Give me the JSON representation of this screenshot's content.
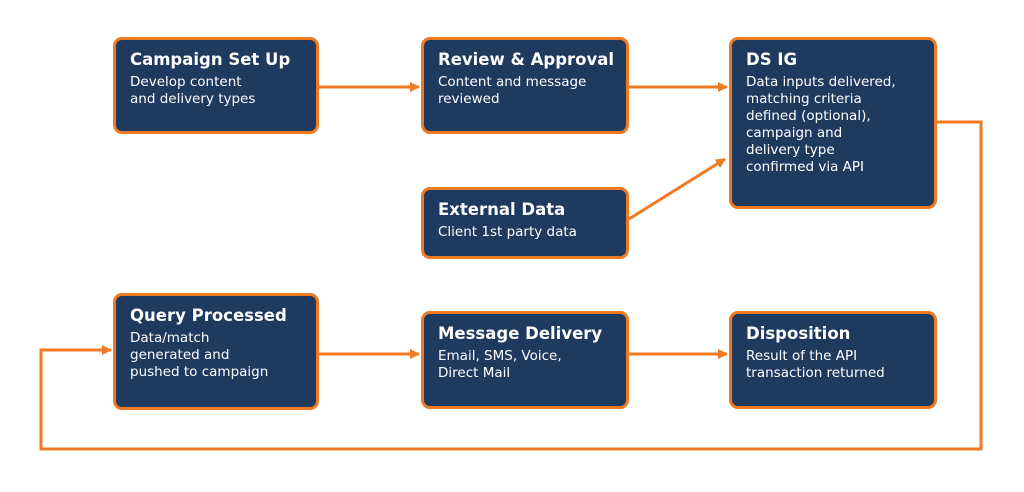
{
  "colors": {
    "box_fill": "#1f3a5f",
    "accent": "#f07a22",
    "text": "#ffffff",
    "background": "#ffffff"
  },
  "boxes": {
    "campaign_setup": {
      "title": "Campaign Set Up",
      "body": "Develop content\nand delivery types"
    },
    "review_approval": {
      "title": "Review & Approval",
      "body": "Content and message\nreviewed"
    },
    "ds_ig": {
      "title": "DS IG",
      "body": "Data inputs delivered,\nmatching criteria\ndefined (optional),\ncampaign and\ndelivery type\nconfirmed via API"
    },
    "external_data": {
      "title": "External Data",
      "body": "Client 1st party data"
    },
    "query_processed": {
      "title": "Query Processed",
      "body": "Data/match\ngenerated and\npushed to campaign"
    },
    "message_delivery": {
      "title": "Message Delivery",
      "body": "Email, SMS, Voice,\nDirect Mail"
    },
    "disposition": {
      "title": "Disposition",
      "body": "Result of the API\ntransaction returned"
    }
  },
  "connections": [
    {
      "from": "campaign_setup",
      "to": "review_approval"
    },
    {
      "from": "review_approval",
      "to": "ds_ig"
    },
    {
      "from": "external_data",
      "to": "ds_ig"
    },
    {
      "from": "ds_ig",
      "to": "query_processed"
    },
    {
      "from": "query_processed",
      "to": "message_delivery"
    },
    {
      "from": "message_delivery",
      "to": "disposition"
    }
  ]
}
